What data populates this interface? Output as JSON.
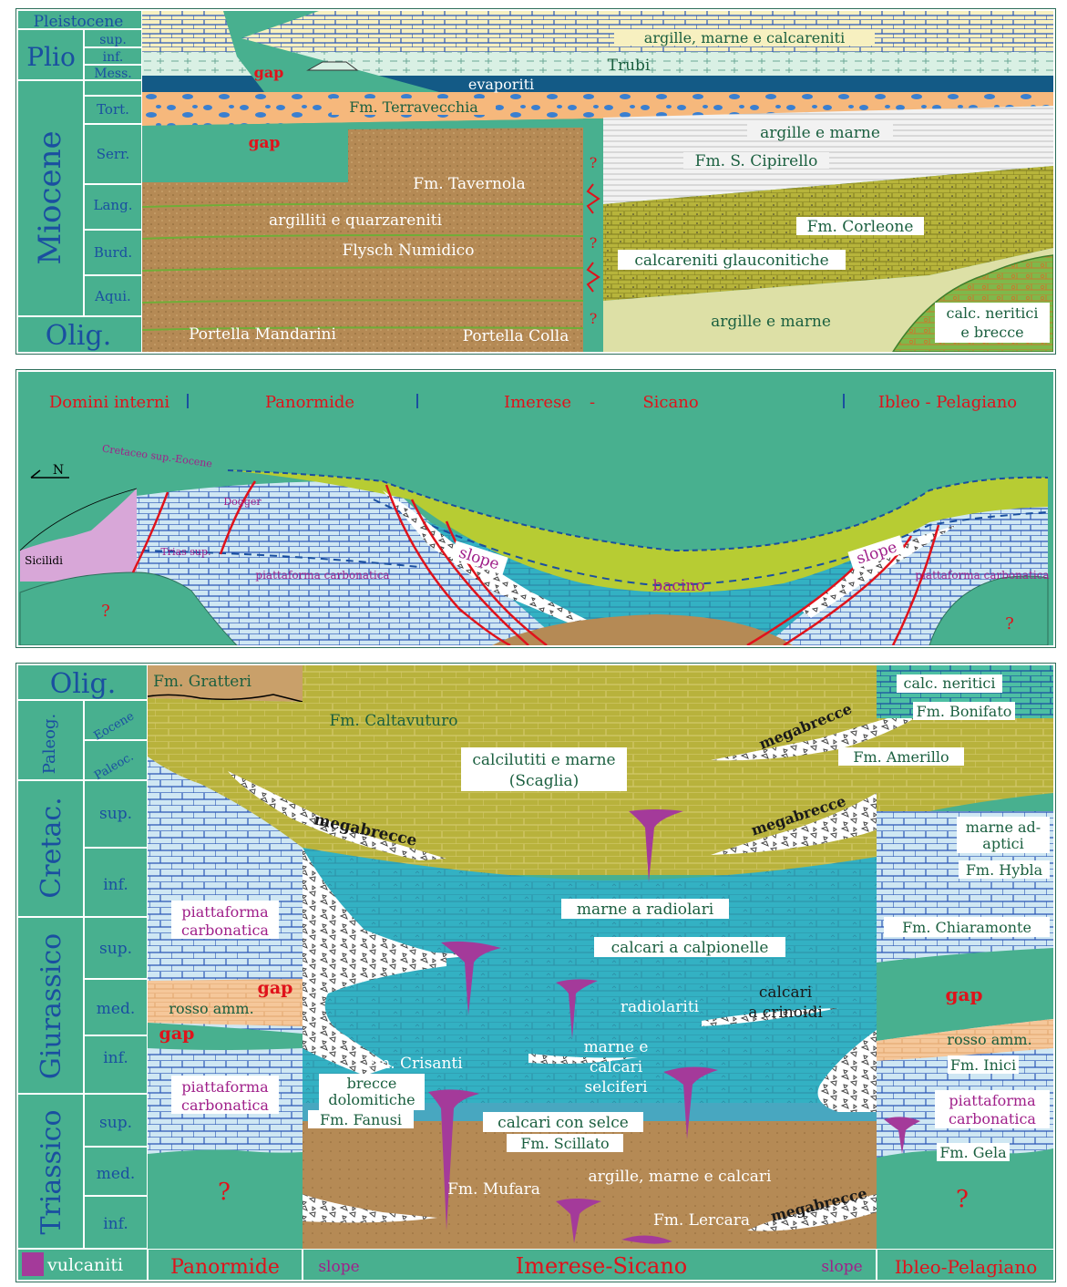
{
  "colors": {
    "background_green": "#48b08f",
    "period_blue": "#1a4fa0",
    "red_text": "#e0121b",
    "purple_text": "#a0208a",
    "carbonate_blue": "#cfe7f3",
    "basin_teal": "#33b1c3",
    "scaglia_olive": "#b8b23c",
    "marl_brown": "#b58a55",
    "sandy_tan": "#f5e3ad",
    "volcanic_magenta": "#a43a9a",
    "dark_blue_evaporite": "#135a86"
  },
  "top_panel": {
    "epochs": {
      "pleistocene": "Pleistocene",
      "plio": "Plio",
      "plio_sup": "sup.",
      "plio_inf": "inf.",
      "miocene": "Miocene",
      "mess": "Mess.",
      "tort": "Tort.",
      "serr": "Serr.",
      "lang": "Lang.",
      "burd": "Burd.",
      "aqui": "Aqui.",
      "olig": "Olig."
    },
    "labels": {
      "argille_marne_calcareniti": "argille, marne e calcareniti",
      "gap_plio": "gap",
      "trubi": "Trubi",
      "evaporiti": "evaporiti",
      "terravecchia": "Fm. Terravecchia",
      "gap_mio": "gap",
      "tavernola": "Fm. Tavernola",
      "argilliti_quarzareniti": "argilliti e quarzareniti",
      "flysch_numidico": "Flysch Numidico",
      "portella_mandarini": "Portella Mandarini",
      "portella_colla": "Portella Colla",
      "question": "?",
      "argille_marne_upper": "argille e marne",
      "s_cipirello": "Fm. S. Cipirello",
      "corleone": "Fm. Corleone",
      "calcareniti_glauconitiche": "calcareniti glauconitiche",
      "argille_marne_lower": "argille e marne",
      "calc_neritici_1": "calc. neritici",
      "e_brecce": "e brecce"
    }
  },
  "middle_panel": {
    "domains": {
      "domini_interni": "Domini interni",
      "panormide": "Panormide",
      "imerese": "Imerese",
      "dash": "-",
      "sicano": "Sicano",
      "ibleo_pelagiano": "Ibleo - Pelagiano"
    },
    "labels": {
      "north": "N",
      "cretaceo_eocene": "Cretaceo sup.-Eocene",
      "dogger": "Dogger",
      "trias_sup": "Trias sup.",
      "sicilidi": "Sicilidi",
      "piattaforma_left": "piattaforma carbonatica",
      "slope_left": "slope",
      "bacino": "bacino",
      "slope_right": "slope",
      "piattaforma_right": "piattaforma carbonatica",
      "question": "?"
    }
  },
  "bottom_panel": {
    "periods": {
      "olig": "Olig.",
      "paleog": "Paleog.",
      "eocene": "Eocene",
      "paleoc": "Paleoc.",
      "cretac": "Cretac.",
      "giurassico": "Giurassico",
      "triassico": "Triassico",
      "sup": "sup.",
      "inf": "inf.",
      "med": "med."
    },
    "labels": {
      "gratteri": "Fm. Gratteri",
      "caltavuturo": "Fm. Caltavuturo",
      "calcilutiti": "calcilutiti e marne",
      "scaglia": "(Scaglia)",
      "megabrecce": "megabrecce",
      "calc_neritici": "calc. neritici",
      "bonifato": "Fm. Bonifato",
      "amerillo": "Fm. Amerillo",
      "marne_ad": "marne ad-",
      "aptici": "aptici",
      "hybla": "Fm. Hybla",
      "piattaforma": "piattaforma",
      "carbonatica": "carbonatica",
      "marne_radiolari": "marne a radiolari",
      "chiaramonte": "Fm. Chiaramonte",
      "calpionelle": "calcari a calpionelle",
      "gap": "gap",
      "rosso_amm": "rosso amm.",
      "radiolariti": "radiolariti",
      "calcari": "calcari",
      "a_crinoidi": "a crinoidi",
      "marne_e": "marne e",
      "calcari2": "calcari",
      "selciferi": "selciferi",
      "crisanti": "Fm. Crisanti",
      "brecce": "brecce",
      "dolomitiche": "dolomitiche",
      "fanusi": "Fm. Fanusi",
      "calcari_selce": "calcari con selce",
      "scillato": "Fm. Scillato",
      "inici": "Fm. Inici",
      "gela": "Fm. Gela",
      "argille_marne_calcari": "argille, marne e calcari",
      "mufara": "Fm. Mufara",
      "lercara": "Fm. Lercara",
      "question": "?"
    },
    "footer": {
      "vulcaniti": "vulcaniti",
      "panormide": "Panormide",
      "slope": "slope",
      "imerese_sicano": "Imerese-Sicano",
      "ibleo_pelagiano": "Ibleo-Pelagiano"
    }
  }
}
